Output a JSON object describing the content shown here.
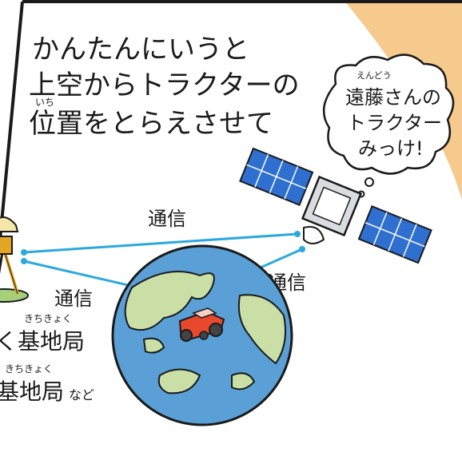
{
  "caption": {
    "line1": "かんたんにいうと",
    "line2": "上空からトラクターの",
    "line3": "位置をとらえさせて",
    "ruby_ichi": "いち"
  },
  "bubble": {
    "ruby": "えんどう",
    "line1": "遠藤さんの",
    "line2": "トラクター",
    "line3": "みっけ!"
  },
  "labels": {
    "comm_top": "通信",
    "comm_left": "通信",
    "comm_right": "通信"
  },
  "bases": {
    "ruby1": "きちきょく",
    "line1": "く基地局",
    "ruby2": "きちきょく",
    "line2": "基地局",
    "suffix": "など"
  },
  "colors": {
    "corner_orange": "#f6c98c",
    "comm_line": "#2aa9dd",
    "globe_ocean": "#5a9fd6",
    "globe_land": "#c9dfa5",
    "tractor": "#e8482c",
    "satellite_panel": "#2f6fd0",
    "satellite_body": "#d9dde0"
  }
}
